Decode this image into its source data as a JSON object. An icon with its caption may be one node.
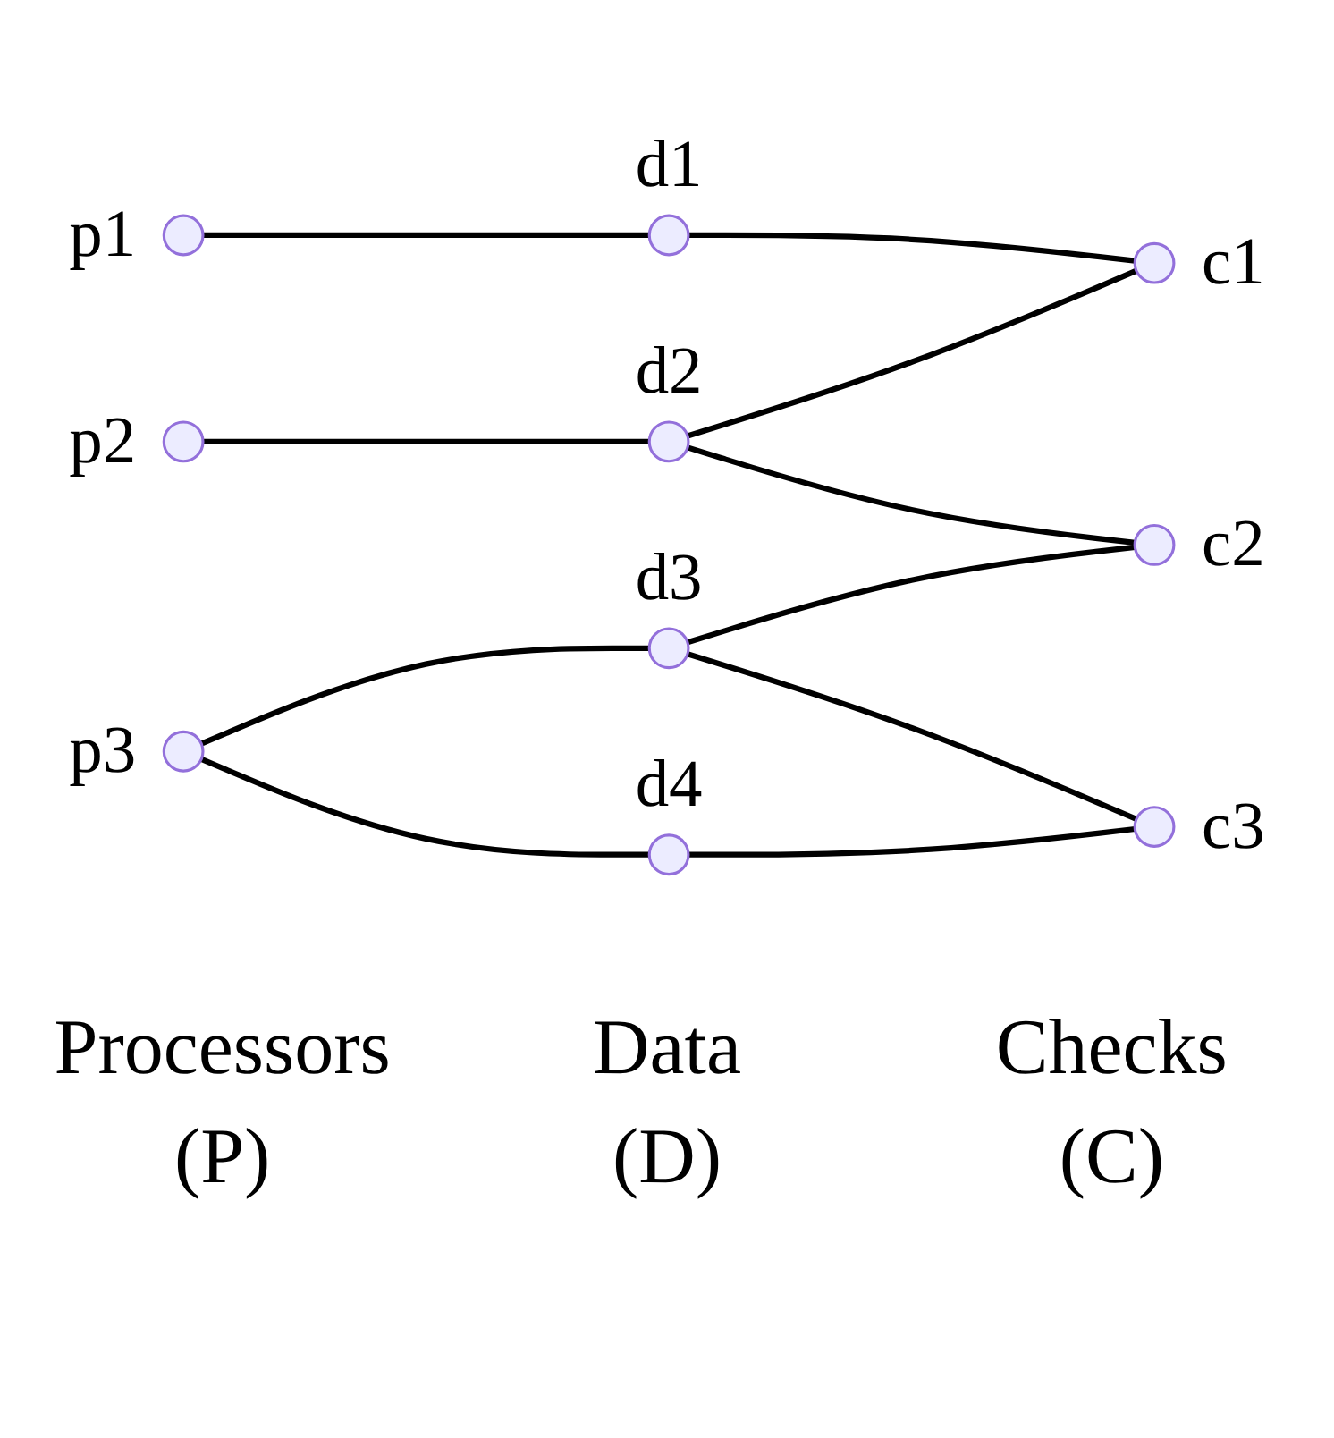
{
  "diagram": {
    "nodes": [
      {
        "text": [],
        "shape": "circle",
        "beside": [
          "p1"
        ]
      },
      {
        "text": [],
        "shape": "circle",
        "beside": [
          "p2"
        ]
      },
      {
        "text": [],
        "shape": "circle",
        "beside": [
          "p3"
        ]
      },
      {
        "text": [],
        "shape": "circle",
        "beside": [
          "d1"
        ]
      },
      {
        "text": [],
        "shape": "circle",
        "beside": [
          "d2"
        ]
      },
      {
        "text": [],
        "shape": "circle",
        "beside": [
          "d3"
        ]
      },
      {
        "text": [],
        "shape": "circle",
        "beside": [
          "d4"
        ]
      },
      {
        "text": [],
        "shape": "circle",
        "beside": [
          "c1"
        ]
      },
      {
        "text": [],
        "shape": "circle",
        "beside": [
          "c2"
        ]
      },
      {
        "text": [],
        "shape": "circle",
        "beside": [
          "c3"
        ]
      }
    ],
    "edges": [
      {
        "from": 0,
        "to": 3,
        "arrow": "none"
      },
      {
        "from": 3,
        "to": 7,
        "arrow": "none"
      },
      {
        "from": 4,
        "to": 7,
        "arrow": "none"
      },
      {
        "from": 1,
        "to": 4,
        "arrow": "none"
      },
      {
        "from": 4,
        "to": 8,
        "arrow": "none"
      },
      {
        "from": 5,
        "to": 8,
        "arrow": "none"
      },
      {
        "from": 2,
        "to": 5,
        "arrow": "none"
      },
      {
        "from": 5,
        "to": 9,
        "arrow": "none"
      },
      {
        "from": 2,
        "to": 6,
        "arrow": "none"
      },
      {
        "from": 6,
        "to": 9,
        "arrow": "none"
      }
    ],
    "labels": [
      "Processors",
      "Data",
      "Checks",
      "(P)",
      "(D)",
      "(C)"
    ]
  }
}
